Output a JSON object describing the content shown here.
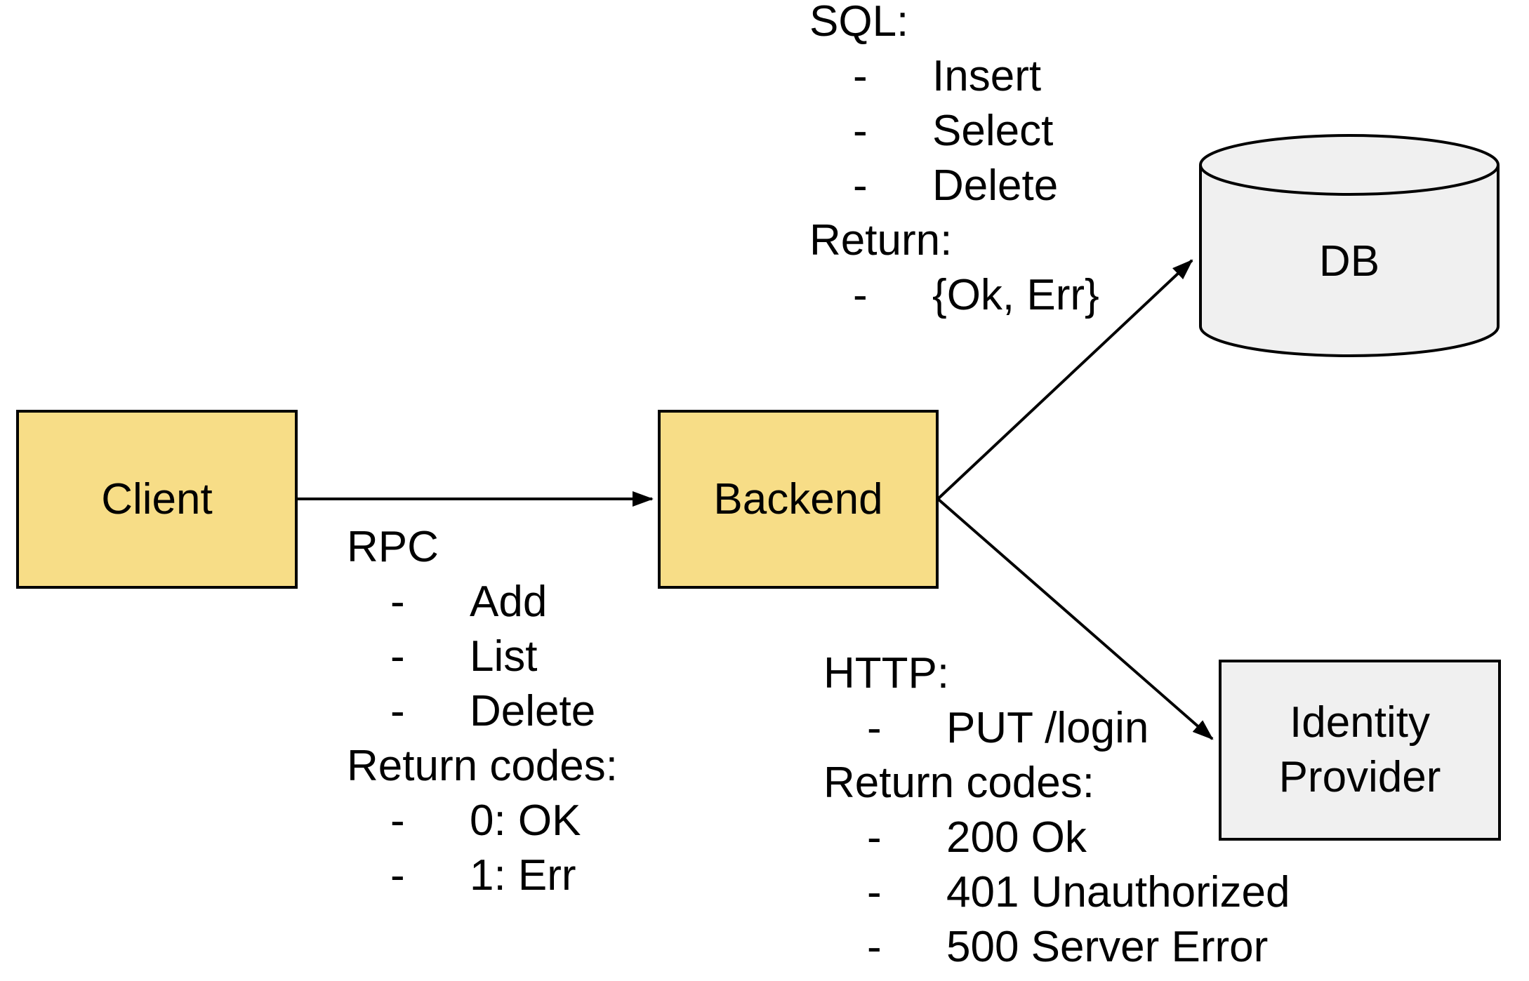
{
  "colors": {
    "node_fill_yellow": "#f7dd87",
    "node_fill_gray": "#f0f0f0",
    "stroke": "#000000",
    "background": "#ffffff"
  },
  "bullet_char": "-",
  "nodes": {
    "client": {
      "label": "Client"
    },
    "backend": {
      "label": "Backend"
    },
    "db": {
      "label": "DB"
    },
    "identity_provider": {
      "line1": "Identity",
      "line2": "Provider"
    }
  },
  "annotations": {
    "sql": {
      "heading": "SQL:",
      "items": [
        "Insert",
        "Select",
        "Delete"
      ],
      "subheading": "Return:",
      "subitems": [
        "{Ok, Err}"
      ]
    },
    "rpc": {
      "heading": "RPC",
      "items": [
        "Add",
        "List",
        "Delete"
      ],
      "subheading": "Return codes:",
      "subitems": [
        "0: OK",
        "1: Err"
      ]
    },
    "http": {
      "heading": "HTTP:",
      "items": [
        "PUT /login"
      ],
      "subheading": "Return codes:",
      "subitems": [
        "200 Ok",
        "401 Unauthorized",
        "500 Server Error"
      ]
    }
  },
  "edges": [
    {
      "from": "client",
      "to": "backend"
    },
    {
      "from": "backend",
      "to": "db"
    },
    {
      "from": "backend",
      "to": "identity_provider"
    }
  ]
}
